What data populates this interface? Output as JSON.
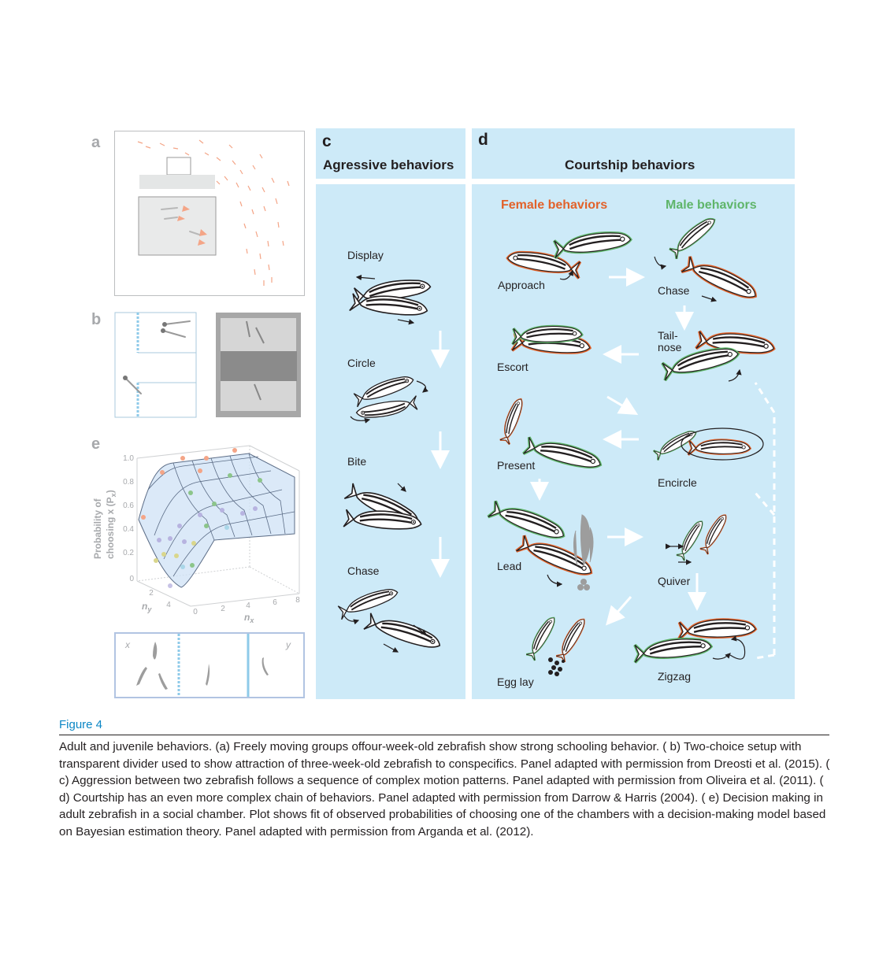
{
  "panels": {
    "a": {
      "label": "a"
    },
    "b": {
      "label": "b"
    },
    "c": {
      "label": "c",
      "title": "Agressive behaviors",
      "behaviors": [
        "Display",
        "Circle",
        "Bite",
        "Chase"
      ]
    },
    "d": {
      "label": "d",
      "title": "Courtship behaviors",
      "female_header": "Female behaviors",
      "male_header": "Male behaviors",
      "behaviors": {
        "approach": "Approach",
        "chase": "Chase",
        "tail_nose_1": "Tail-",
        "tail_nose_2": "nose",
        "escort": "Escort",
        "present": "Present",
        "encircle": "Encircle",
        "lead": "Lead",
        "quiver": "Quiver",
        "egg_lay": "Egg lay",
        "zigzag": "Zigzag"
      }
    },
    "e": {
      "label": "e",
      "ylabel_line1": "Probability of",
      "ylabel_line2": "choosing x (P",
      "ylabel_sub": "x",
      "ylabel_end": ")",
      "y_ticks": [
        "1.0",
        "0.8",
        "0.6",
        "0.4",
        "0.2",
        "0"
      ],
      "ny_ticks": [
        "2",
        "4"
      ],
      "nx_ticks": [
        "0",
        "2",
        "4",
        "6",
        "8"
      ],
      "ny_label": "n",
      "ny_sub": "y",
      "nx_label": "n",
      "nx_sub": "x",
      "chamber_x": "x",
      "chamber_y": "y"
    }
  },
  "colors": {
    "panel_blue": "#cdeaf8",
    "female": "#e2622a",
    "male": "#5fb56a",
    "figure_title": "#0b86c5"
  },
  "figure": {
    "title": "Figure 4",
    "caption": "Adult and juvenile behaviors. (a) Freely moving groups offour-week-old zebrafish show strong schooling behavior. ( b) Two-choice setup with transparent divider used to show attraction of three-week-old zebrafish to conspecifics. Panel adapted with permission from Dreosti et al. (2015). ( c) Aggression between two zebrafish follows a sequence of complex motion patterns. Panel adapted with permission from Oliveira et al. (2011). ( d) Courtship has an even more complex chain of behaviors. Panel adapted with permission from Darrow & Harris (2004). ( e) Decision making in adult zebrafish in a social chamber. Plot shows fit of observed probabilities of choosing one of the chambers with a decision-making model based on Bayesian estimation theory. Panel adapted with permission from Arganda et al. (2012)."
  }
}
